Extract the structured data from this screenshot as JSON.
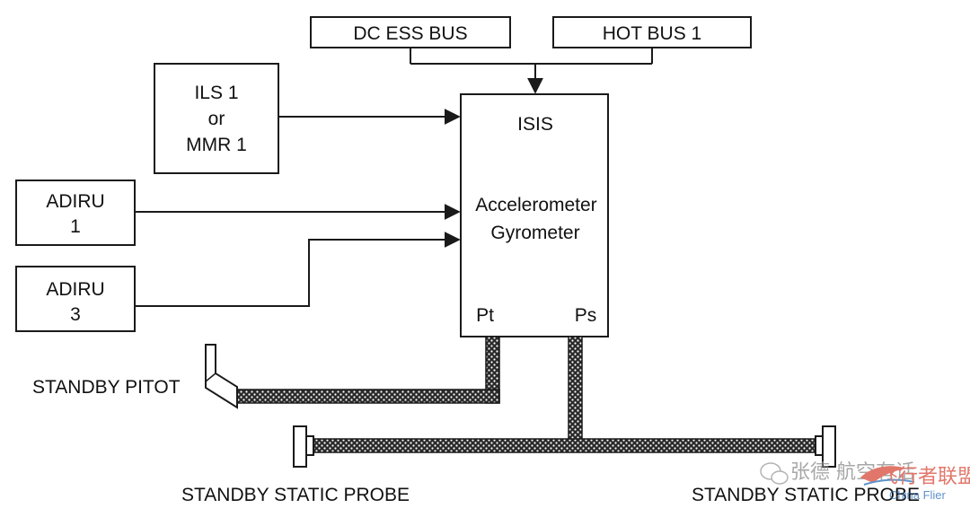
{
  "power": {
    "dc_ess_bus": "DC ESS BUS",
    "hot_bus_1": "HOT BUS 1"
  },
  "sources": {
    "ils": [
      "ILS 1",
      "or",
      "MMR 1"
    ],
    "adiru1": [
      "ADIRU",
      "1"
    ],
    "adiru3": [
      "ADIRU",
      "3"
    ]
  },
  "isis": {
    "title": "ISIS",
    "sensor_line1": "Accelerometer",
    "sensor_line2": "Gyrometer",
    "port_pt": "Pt",
    "port_ps": "Ps"
  },
  "probes": {
    "standby_pitot": "STANDBY PITOT",
    "static_left": "STANDBY STATIC PROBE",
    "static_right": "STANDBY STATIC PROBE"
  },
  "watermark": {
    "left_text": "张德 航空有话",
    "right_text": "飞行者联盟",
    "right_sub": "China Flier"
  },
  "colors": {
    "line": "#1a1a1a",
    "pipe_fill": "#2a2a2a",
    "watermark_red": "#d84a3a",
    "watermark_blue": "#2b6fb8"
  }
}
